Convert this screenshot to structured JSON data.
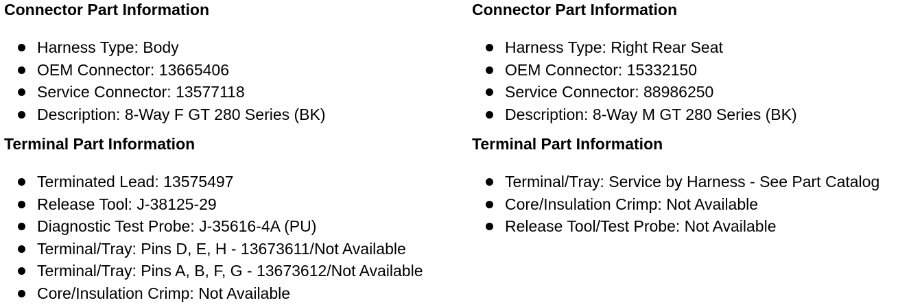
{
  "left": {
    "connector_title": "Connector Part Information",
    "connector_items": [
      "Harness Type: Body",
      "OEM Connector: 13665406",
      "Service Connector: 13577118",
      "Description: 8-Way F GT 280 Series (BK)"
    ],
    "terminal_title": "Terminal Part Information",
    "terminal_items": [
      "Terminated Lead: 13575497",
      "Release Tool: J-38125-29",
      "Diagnostic Test Probe: J-35616-4A (PU)",
      "Terminal/Tray: Pins D, E, H - 13673611/Not Available",
      "Terminal/Tray: Pins A, B, F, G - 13673612/Not Available",
      "Core/Insulation Crimp: Not Available"
    ]
  },
  "right": {
    "connector_title": "Connector Part Information",
    "connector_items": [
      "Harness Type: Right Rear Seat",
      "OEM Connector: 15332150",
      "Service Connector: 88986250",
      "Description: 8-Way M GT 280 Series (BK)"
    ],
    "terminal_title": "Terminal Part Information",
    "terminal_items": [
      "Terminal/Tray: Service by Harness - See Part Catalog",
      "Core/Insulation Crimp: Not Available",
      "Release Tool/Test Probe: Not Available"
    ]
  }
}
